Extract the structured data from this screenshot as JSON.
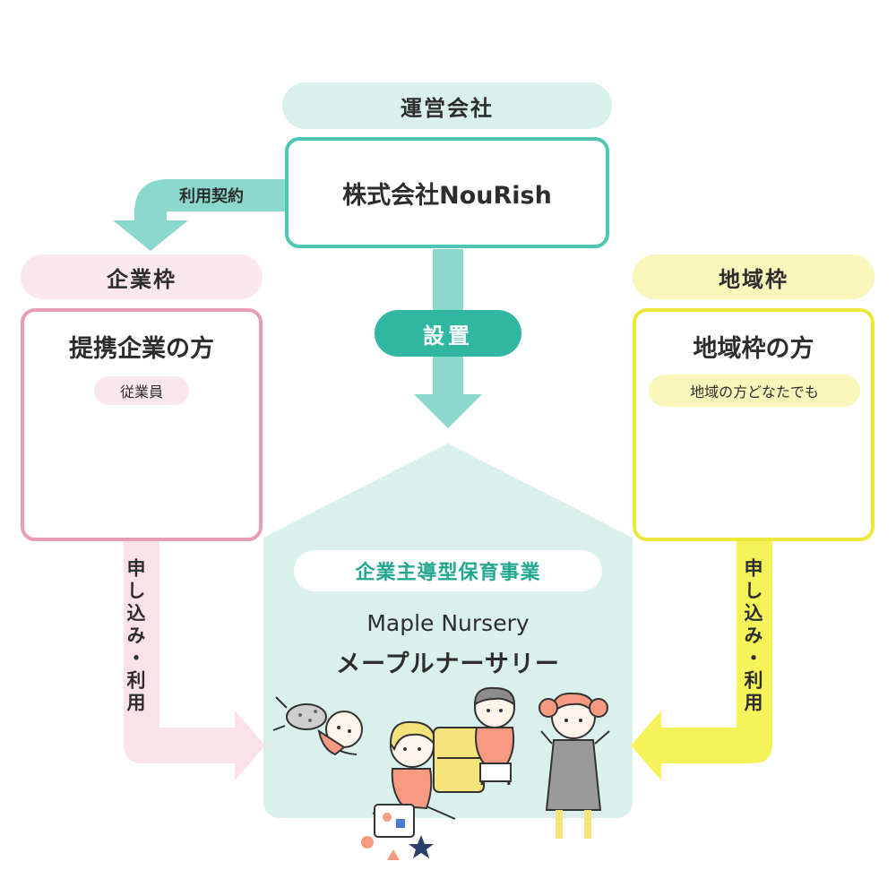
{
  "operator": {
    "heading": "運営会社",
    "company_name": "株式会社NouRish"
  },
  "contract_label": "利用契約",
  "setup_label": "設置",
  "corporate": {
    "heading": "企業枠",
    "title": "提携企業の方",
    "subtitle": "従業員"
  },
  "local": {
    "heading": "地域枠",
    "title": "地域枠の方",
    "subtitle": "地域の方どなたでも"
  },
  "nursery": {
    "business_label": "企業主導型保育事業",
    "name_en": "Maple Nursery",
    "name_ja": "メープルナーサリー"
  },
  "apply_left": "申し込み・利用",
  "apply_right": "申し込み・利用",
  "colors": {
    "teal": "#4cc7b5",
    "teal_dark": "#2fb7a1",
    "mint": "#d9f0ec",
    "pink": "#e99db4",
    "pink_light": "#fbe8ee",
    "yellow": "#ebe83a",
    "yellow_light": "#f9f6bc"
  }
}
